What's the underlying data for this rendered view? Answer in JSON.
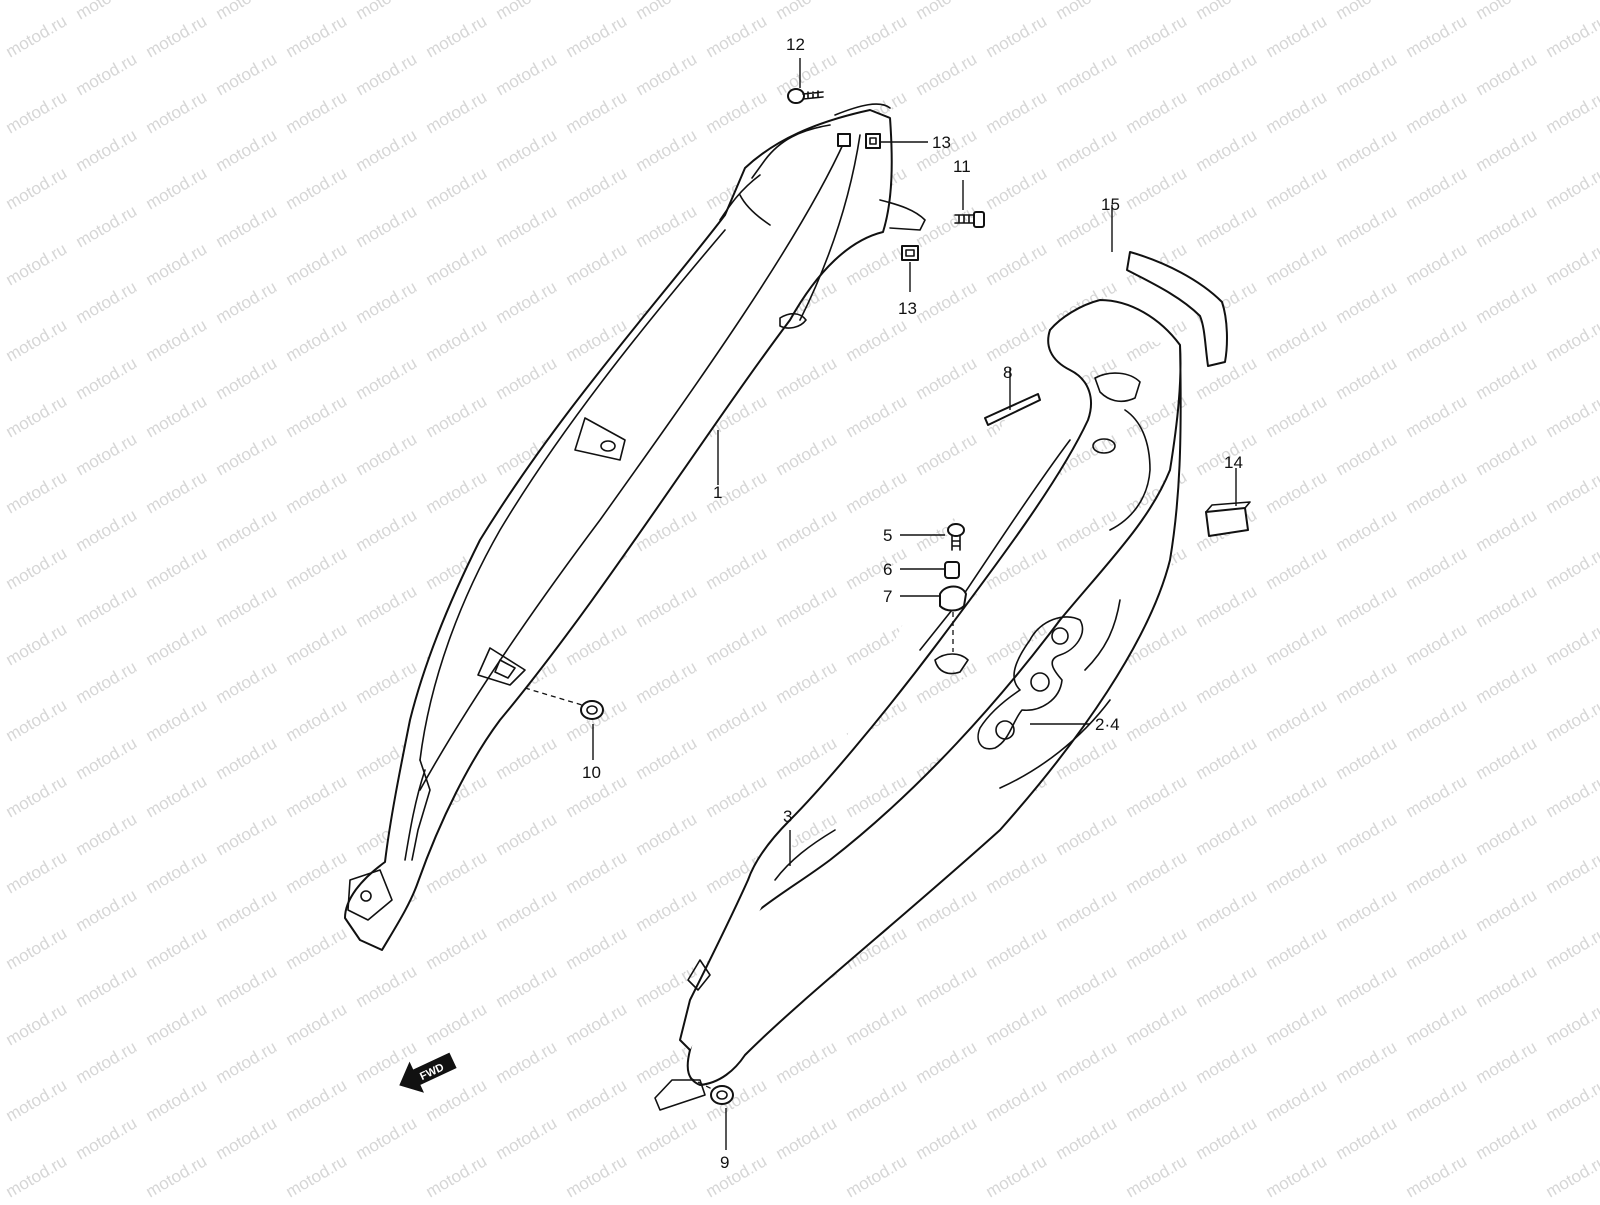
{
  "watermark_text": "motod.ru",
  "fwd_arrow_label": "FWD",
  "callouts": {
    "c1": "1",
    "c2_4": "2·4",
    "c3": "3",
    "c5": "5",
    "c6": "6",
    "c7": "7",
    "c8": "8",
    "c9": "9",
    "c10": "10",
    "c11": "11",
    "c12": "12",
    "c13a": "13",
    "c13b": "13",
    "c14": "14",
    "c15": "15"
  },
  "colors": {
    "line": "#111111",
    "watermark": "#d6d6d6",
    "background": "#ffffff"
  }
}
